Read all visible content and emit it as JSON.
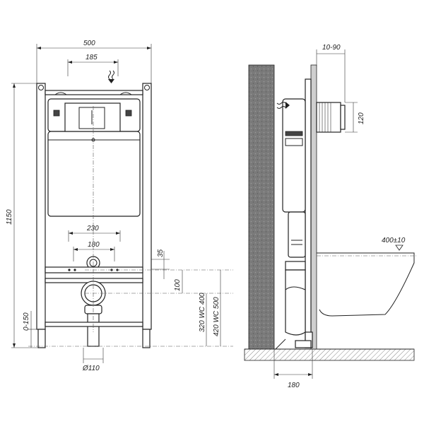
{
  "front": {
    "width_label": "500",
    "inner_label": "185",
    "height_label": "1150",
    "feet_label": "0-150",
    "mount_label": "230",
    "bolt_label": "180",
    "small_label": "35",
    "offset_label": "100",
    "wc400_label": "320 WC 400",
    "wc500_label": "420 WC 500",
    "pipe_label": "Ø110"
  },
  "side": {
    "depth_label": "10-90",
    "duct_label": "120",
    "seat_label": "400±10",
    "bottom_label": "180"
  }
}
